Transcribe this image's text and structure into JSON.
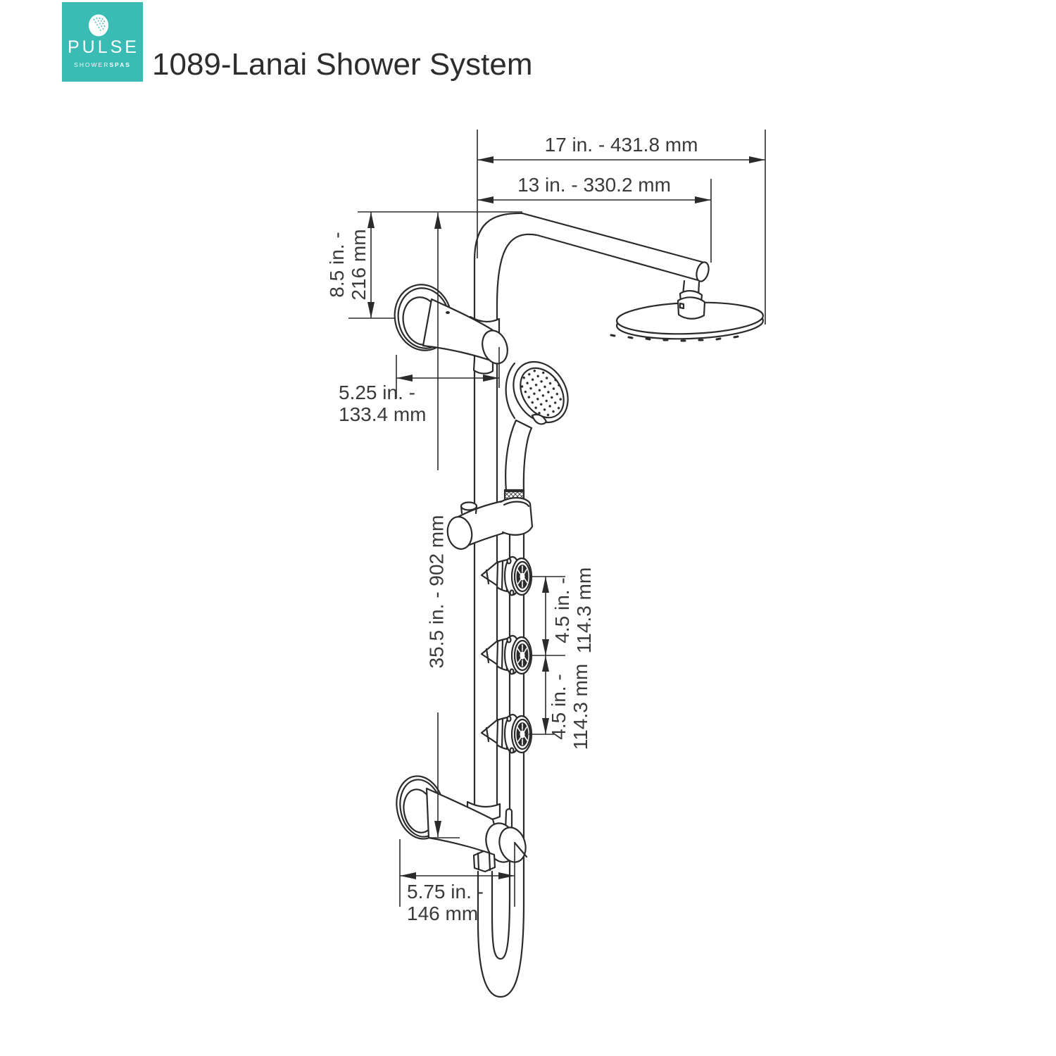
{
  "header": {
    "brand": "PULSE",
    "brand_sub_1": "SHOWER",
    "brand_sub_2": "SPAS",
    "title": "1089-Lanai Shower System"
  },
  "colors": {
    "brand_teal": "#3abbb3",
    "line_art": "#2b2b2b",
    "label_text": "#3a3a3a",
    "background": "#ffffff"
  },
  "dimensions": {
    "head_width_full": "17 in. - 431.8 mm",
    "arm_reach": "13 in. - 330.2 mm",
    "arm_drop_line1": "8.5 in. -",
    "arm_drop_line2": "216 mm",
    "rail_length": "35.5 in. - 902 mm",
    "jet_gap_upper_line1": "4.5 in. -",
    "jet_gap_upper_line2": "114.3 mm",
    "jet_gap_lower_line1": "4.5 in. -",
    "jet_gap_lower_line2": "114.3 mm",
    "top_mount_depth_line1": "5.25 in. -",
    "top_mount_depth_line2": "133.4 mm",
    "valve_depth_line1": "5.75 in. -",
    "valve_depth_line2": "146 mm"
  }
}
